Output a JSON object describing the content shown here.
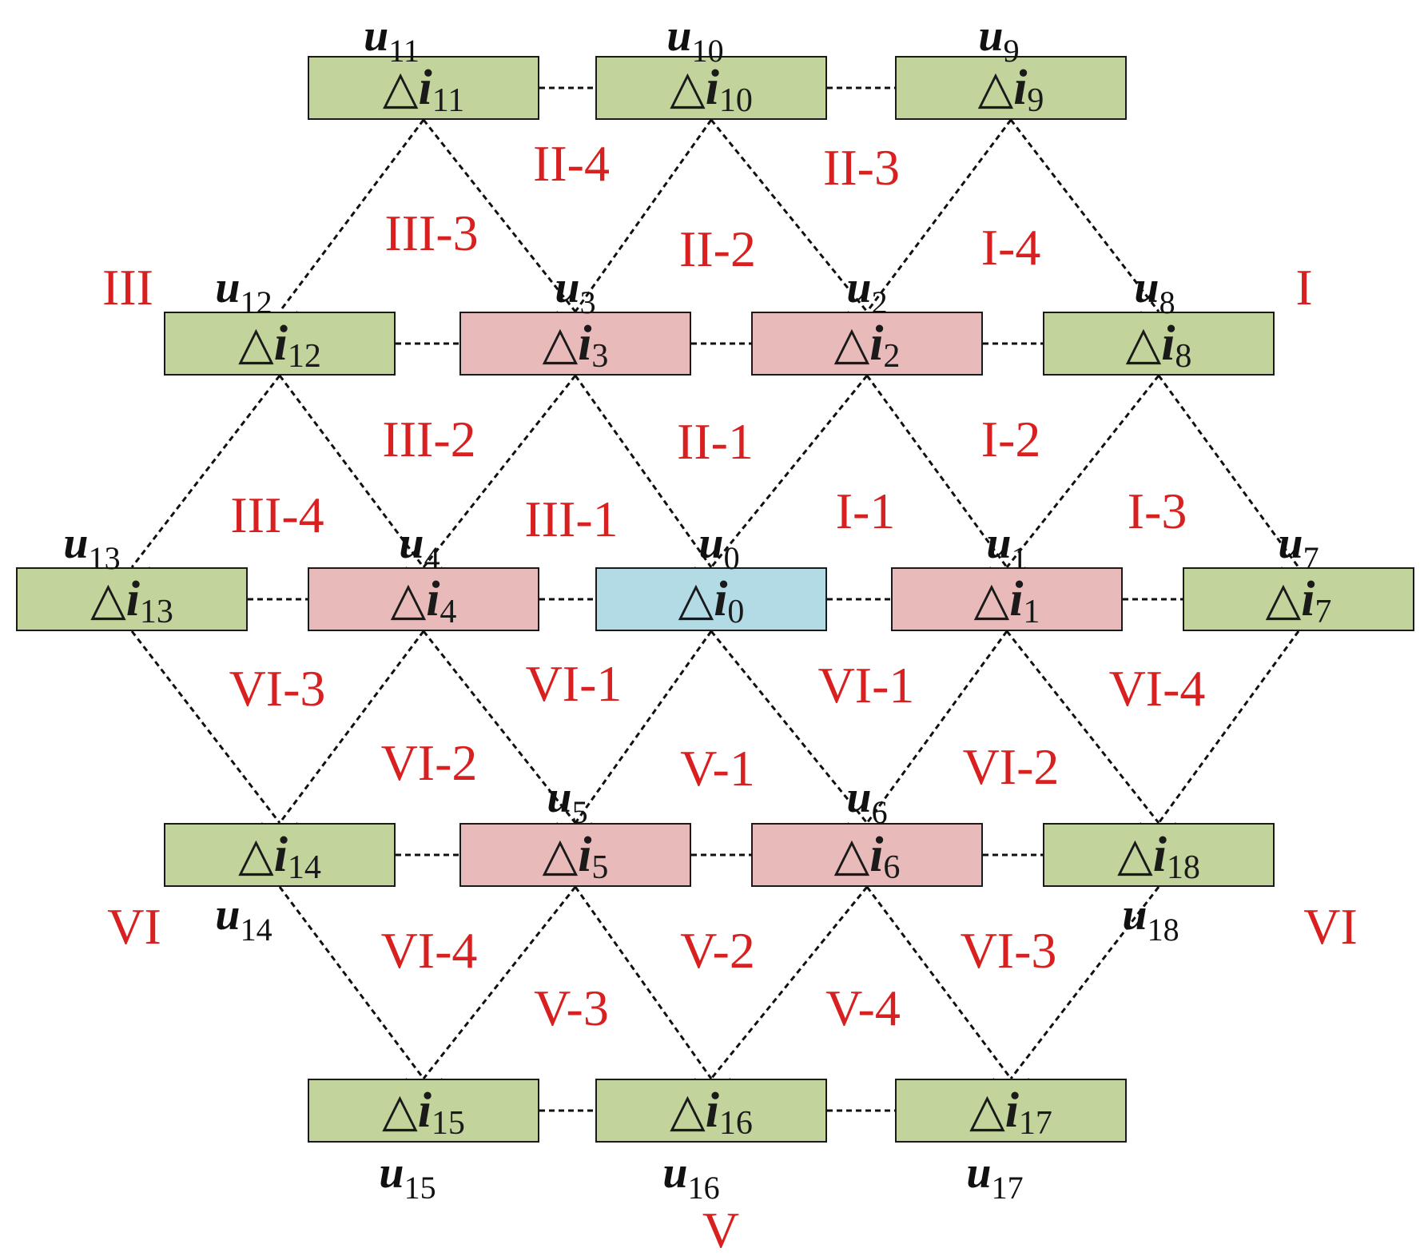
{
  "triangle_symbol": "△",
  "current_symbol": "i",
  "voltage_symbol": "u",
  "colors": {
    "green_box": "#c2d39c",
    "pink_box": "#e8baba",
    "blue_box": "#b3dbe6",
    "red_label": "#d92020",
    "line": "#111111"
  },
  "nodes": [
    {
      "id": "0",
      "sub": "0",
      "color": "blue",
      "u_label": "0"
    },
    {
      "id": "1",
      "sub": "1",
      "color": "pink",
      "u_label": "1"
    },
    {
      "id": "2",
      "sub": "2",
      "color": "pink",
      "u_label": "2"
    },
    {
      "id": "3",
      "sub": "3",
      "color": "pink",
      "u_label": "3"
    },
    {
      "id": "4",
      "sub": "4",
      "color": "pink",
      "u_label": "4"
    },
    {
      "id": "5",
      "sub": "5",
      "color": "pink",
      "u_label": "5"
    },
    {
      "id": "6",
      "sub": "6",
      "color": "pink",
      "u_label": "6"
    },
    {
      "id": "7",
      "sub": "7",
      "color": "green",
      "u_label": "7"
    },
    {
      "id": "8",
      "sub": "8",
      "color": "green",
      "u_label": "8"
    },
    {
      "id": "9",
      "sub": "9",
      "color": "green",
      "u_label": "9"
    },
    {
      "id": "10",
      "sub": "10",
      "color": "green",
      "u_label": "10"
    },
    {
      "id": "11",
      "sub": "11",
      "color": "green",
      "u_label": "11"
    },
    {
      "id": "12",
      "sub": "12",
      "color": "green",
      "u_label": "12"
    },
    {
      "id": "13",
      "sub": "13",
      "color": "green",
      "u_label": "13"
    },
    {
      "id": "14",
      "sub": "14",
      "color": "green",
      "u_label": "14"
    },
    {
      "id": "15",
      "sub": "15",
      "color": "green",
      "u_label": "15"
    },
    {
      "id": "16",
      "sub": "16",
      "color": "green",
      "u_label": "16"
    },
    {
      "id": "17",
      "sub": "17",
      "color": "green",
      "u_label": "17"
    },
    {
      "id": "18",
      "sub": "18",
      "color": "green",
      "u_label": "18"
    }
  ],
  "region_labels": [
    "III",
    "I",
    "VI",
    "VI",
    "V"
  ],
  "sector_labels": [
    "II-4",
    "II-3",
    "III-3",
    "II-2",
    "I-4",
    "III-2",
    "II-1",
    "I-2",
    "III-4",
    "III-1",
    "I-1",
    "I-3",
    "VI-3",
    "VI-1",
    "VI-1",
    "VI-4",
    "VI-2",
    "V-1",
    "VI-2",
    "VI-4",
    "V-2",
    "VI-3",
    "V-3",
    "V-4"
  ]
}
